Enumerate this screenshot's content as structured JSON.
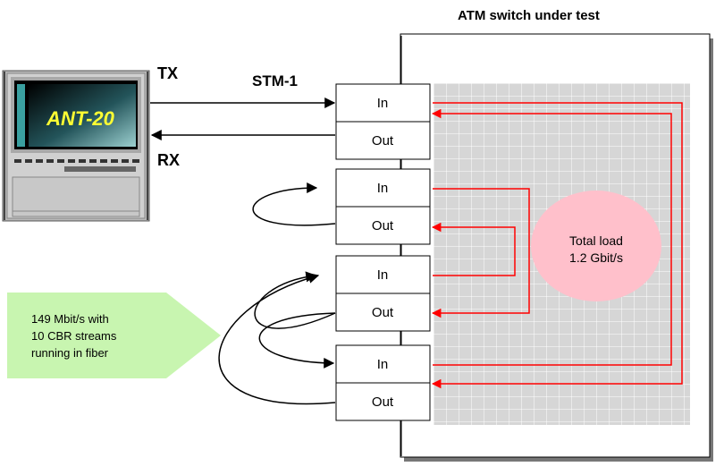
{
  "switch": {
    "title": "ATM switch under test"
  },
  "device": {
    "name": "ANT-20",
    "tx_label": "TX",
    "rx_label": "RX"
  },
  "link": {
    "label": "STM-1"
  },
  "ports": [
    {
      "in_label": "In",
      "out_label": "Out"
    },
    {
      "in_label": "In",
      "out_label": "Out"
    },
    {
      "in_label": "In",
      "out_label": "Out"
    },
    {
      "in_label": "In",
      "out_label": "Out"
    }
  ],
  "load": {
    "line1": "Total load",
    "line2": "1.2 Gbit/s"
  },
  "callout": {
    "line1": "149 Mbit/s with",
    "line2": "10 CBR streams",
    "line3": "running in fiber"
  },
  "colors": {
    "signal": "#ff0000",
    "fabric": "#d6d6d6",
    "load": "#ffc0cb",
    "callout": "#c8f5b0",
    "screen_text": "#ffff33"
  }
}
